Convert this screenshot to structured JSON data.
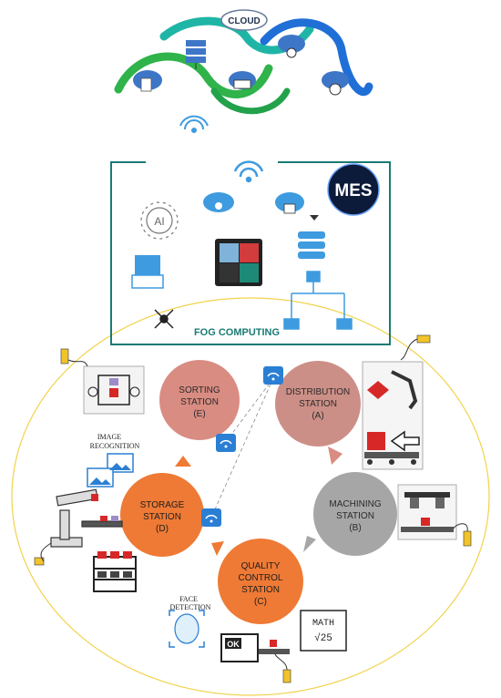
{
  "cloud": {
    "title": "CLOUD"
  },
  "fog": {
    "label": "FOG COMPUTING",
    "mes": "MES",
    "ai": "AI"
  },
  "stations": {
    "sorting": {
      "l1": "SORTING",
      "l2": "STATION",
      "l3": "(E)"
    },
    "distribution": {
      "l1": "DISTRIBUTION",
      "l2": "STATION",
      "l3": "(A)"
    },
    "machining": {
      "l1": "MACHINING",
      "l2": "STATION",
      "l3": "(B)"
    },
    "quality": {
      "l1": "QUALITY",
      "l2": "CONTROL",
      "l3": "STATION",
      "l4": "(C)"
    },
    "storage": {
      "l1": "STORAGE",
      "l2": "STATION",
      "l3": "(D)"
    }
  },
  "labels": {
    "image_recognition_1": "IMAGE",
    "image_recognition_2": "RECOGNITION",
    "face_detection_1": "FACE",
    "face_detection_2": "DETECTION",
    "math_1": "MATH",
    "math_2": "√25",
    "ok": "OK"
  },
  "colors": {
    "cloud_green": "#2fb34a",
    "cloud_teal": "#1fb5a6",
    "cloud_blue": "#1f6fd6",
    "fog_border": "#1a7a74",
    "station_rose": "#d98c82",
    "station_mauve": "#cc8f87",
    "station_gray": "#a6a6a6",
    "station_orange": "#ee7a35",
    "ring_yellow": "#f2d24a"
  }
}
